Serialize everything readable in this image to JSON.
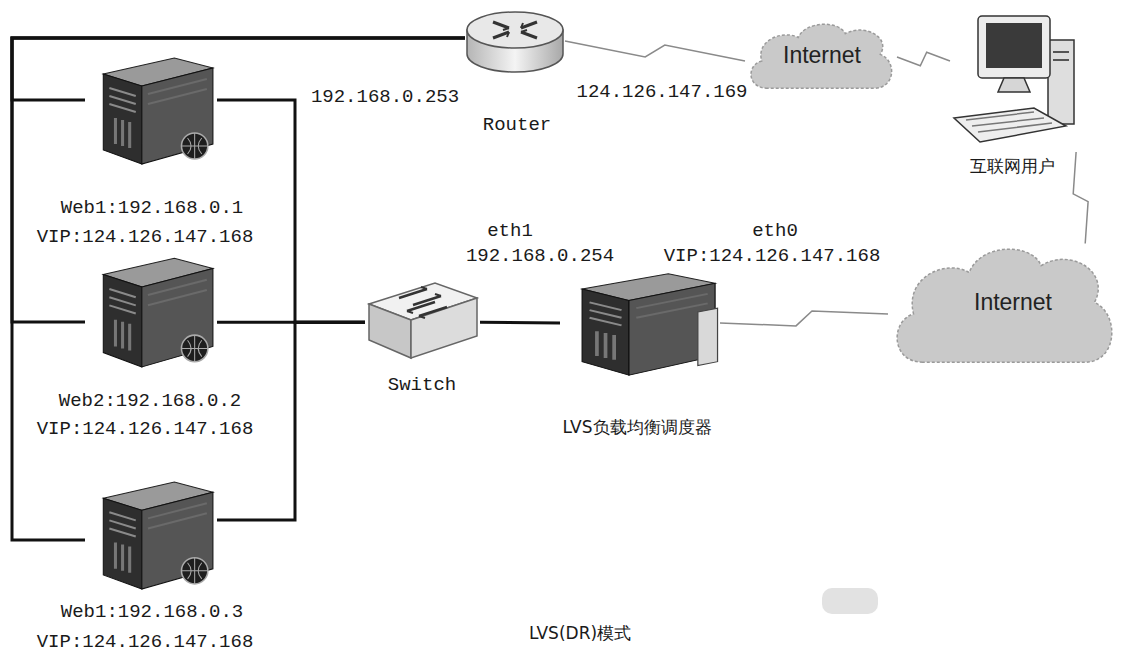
{
  "diagram": {
    "caption": "LVS(DR)模式",
    "nodes": [
      {
        "text": [
          "192.168.0.253",
          "124.126.147.169",
          "Router"
        ]
      },
      {
        "text": [
          "Internet"
        ]
      },
      {
        "text": [
          "互联网用户"
        ]
      },
      {
        "text": [
          "Web1:192.168.0.1",
          "VIP:124.126.147.168"
        ]
      },
      {
        "text": [
          "Web2:192.168.0.2",
          "VIP:124.126.147.168"
        ]
      },
      {
        "text": [
          "Web1:192.168.0.3",
          "VIP:124.126.147.168"
        ]
      },
      {
        "text": [
          "Switch"
        ]
      },
      {
        "text": [
          "eth1",
          "192.168.0.254",
          "eth0",
          "VIP:124.126.147.168",
          "LVS负载均衡调度器"
        ]
      },
      {
        "text": [
          "Internet"
        ]
      }
    ],
    "edges": [
      {
        "from": 0,
        "to": 1,
        "arrow": "none"
      },
      {
        "from": 1,
        "to": 2,
        "arrow": "none"
      },
      {
        "from": 2,
        "to": 8,
        "arrow": "none"
      },
      {
        "from": 8,
        "to": 7,
        "arrow": "none"
      },
      {
        "from": 7,
        "to": 6,
        "arrow": "none"
      },
      {
        "from": 3,
        "to": 6,
        "arrow": "none"
      },
      {
        "from": 4,
        "to": 6,
        "arrow": "none"
      },
      {
        "from": 5,
        "to": 6,
        "arrow": "none"
      },
      {
        "from": 3,
        "to": 0,
        "arrow": "none"
      },
      {
        "from": 4,
        "to": 0,
        "arrow": "none"
      },
      {
        "from": 5,
        "to": 0,
        "arrow": "none"
      }
    ]
  }
}
